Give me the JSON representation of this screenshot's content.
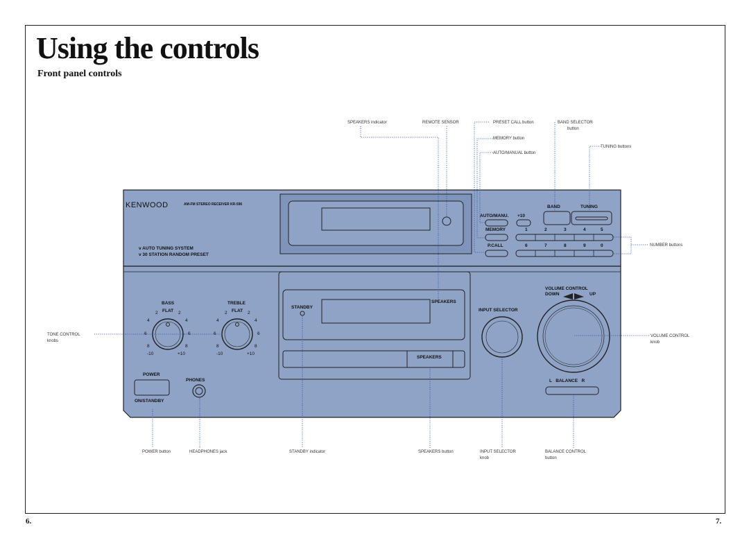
{
  "page": {
    "title": "Using the controls",
    "subtitle": "Front panel controls",
    "page_left": "6.",
    "page_right": "7."
  },
  "device": {
    "brand": "KENWOOD",
    "model": "AM-FM STEREO RECEIVER KR-596",
    "feature_1": "v  AUTO TUNING SYSTEM",
    "feature_2": "v  30 STATION RANDOM PRESET",
    "auto_manu": "AUTO/MANU.",
    "plus10": "+10",
    "memory": "MEMORY",
    "pcall": "P.CALL",
    "band": "BAND",
    "tuning": "TUNING",
    "numbers_row1": [
      "1",
      "2",
      "3",
      "4",
      "5"
    ],
    "numbers_row2": [
      "6",
      "7",
      "8",
      "9",
      "0"
    ],
    "standby": "STANDBY",
    "speakers": "SPEAKERS",
    "speakers_btn": "SPEAKERS",
    "input_selector": "INPUT SELECTOR",
    "volume_control": "VOLUME CONTROL",
    "down": "DOWN",
    "up": "UP",
    "bass": "BASS",
    "treble": "TREBLE",
    "flat": "FLAT",
    "knob_scale": [
      "2",
      "2",
      "4",
      "4",
      "6",
      "6",
      "8",
      "8",
      "-10",
      "+10"
    ],
    "power": "POWER",
    "on_standby": "ON/STANDBY",
    "phones": "PHONES",
    "balance": "L   BALANCE   R"
  },
  "callouts": {
    "speakers_indicator": "SPEAKERS indicator",
    "remote_sensor": "REMOTE SENSOR",
    "preset_call": "PRESET CALL button",
    "memory_button": "MEMORY button",
    "auto_manual": "AUTO/MANUAL button",
    "band_selector": "BAND SELECTOR",
    "band_selector_2": "button",
    "tuning_buttons": "TUNING buttons",
    "number_buttons": "NUMBER buttons",
    "tone_control": "TONE CONTROL",
    "tone_control_2": "knobs",
    "volume_control": "VOLUME CONTROL",
    "volume_control_2": "knob",
    "power_button": "POWER button",
    "headphones_jack": "HEADPHONES jack",
    "standby_indicator": "STANDBY indicator",
    "speakers_button": "SPEAKERS button",
    "input_selector": "INPUT SELECTOR",
    "input_selector_2": "knob",
    "balance_control": "BALANCE CONTROL",
    "balance_control_2": "button"
  },
  "colors": {
    "panel": "#8fa3c6",
    "panel_dark": "#7d92b8",
    "display": "#7387b0",
    "leader": "#1f4fa8"
  }
}
